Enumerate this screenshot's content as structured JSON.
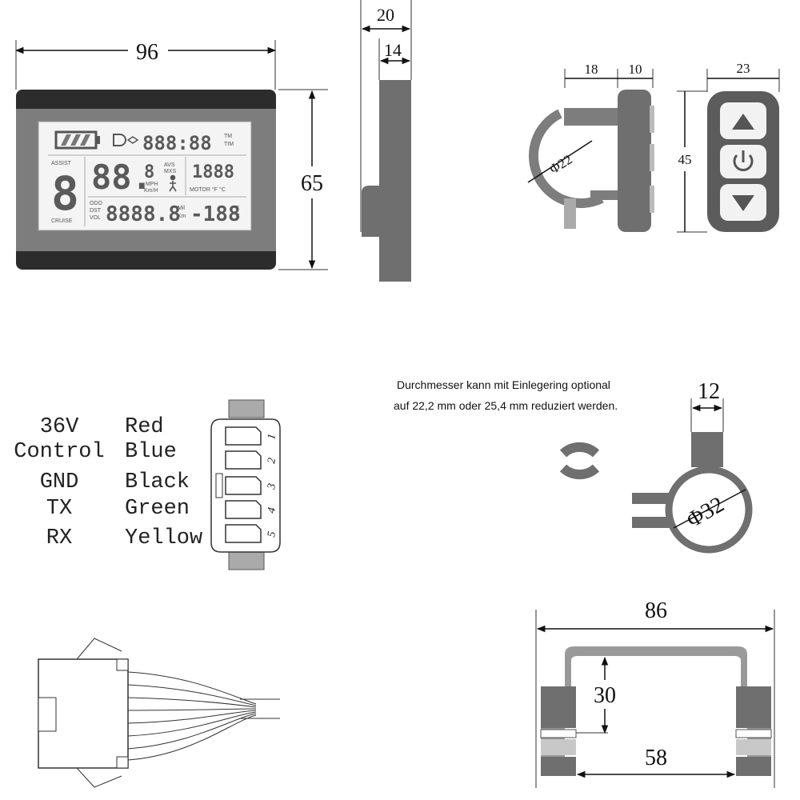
{
  "display_front": {
    "width": "96",
    "height": "65",
    "lcd": {
      "assist_label": "ASSIST",
      "assist_digit": "8",
      "cruise_label": "CRUISE",
      "clock": "888:88",
      "tm_label": "TM",
      "tim_label": "TIM",
      "speed": "88.",
      "speed_small": "8",
      "avs_label": "AVS",
      "mxs_label": "MXS",
      "mph_label": "MPH",
      "kmh_label": "Km/H",
      "power": "1888",
      "motor_label": "MOTOR °F °C",
      "odo_label": "ODO",
      "dst_label": "DST",
      "vol_label": "VOL",
      "odometer": "8888.8",
      "mil_label": "Mil",
      "km_label": "Km",
      "temp": "-188",
      "f_label": "°F",
      "c_label": "°C"
    }
  },
  "display_side": {
    "total_depth": "20",
    "body_depth": "14"
  },
  "control_unit": {
    "clamp_width": "18",
    "body_depth": "10",
    "front_width": "23",
    "height": "45",
    "clamp_diameter": "Φ22"
  },
  "connector": {
    "pins": [
      {
        "signal": "36V",
        "color": "Red",
        "number": "1"
      },
      {
        "signal": "Control",
        "color": "Blue",
        "number": "2"
      },
      {
        "signal": "GND",
        "color": "Black",
        "number": "3"
      },
      {
        "signal": "TX",
        "color": "Green",
        "number": "4"
      },
      {
        "signal": "RX",
        "color": "Yellow",
        "number": "5"
      }
    ]
  },
  "mount": {
    "note_line1": "Durchmesser kann mit Einlegering optional",
    "note_line2": "auf 22,2 mm oder 25,4 mm reduziert werden.",
    "clamp_width": "12",
    "clamp_diameter": "Φ32"
  },
  "bracket": {
    "outer_width": "86",
    "height": "30",
    "inner_width": "58"
  },
  "colors": {
    "bezel": "#2c2c2c",
    "frame": "#7d7d7d",
    "lcd_bg": "#f4f4f4",
    "part_gray": "#6f6f6f",
    "light_gray": "#c8c8c8"
  }
}
